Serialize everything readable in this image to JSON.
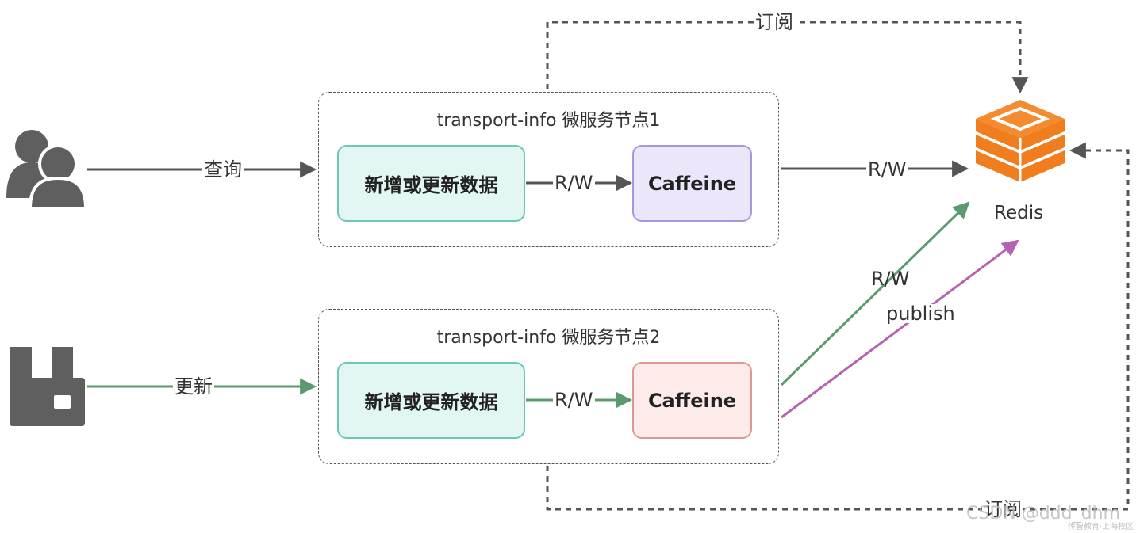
{
  "node1": {
    "title": "transport-info 微服务节点1",
    "data_box": "新增或更新数据",
    "cache_box": "Caffeine",
    "rw_label": "R/W"
  },
  "node2": {
    "title": "transport-info 微服务节点2",
    "data_box": "新增或更新数据",
    "cache_box": "Caffeine",
    "rw_label": "R/W"
  },
  "redis": {
    "label": "Redis",
    "icon": "redis-icon"
  },
  "actors": {
    "users_icon": "users-icon",
    "mq_icon": "rabbitmq-icon"
  },
  "edges": {
    "query": "查询",
    "update": "更新",
    "node1_redis_rw": "R/W",
    "node2_redis_rw": "R/W",
    "node2_publish": "publish",
    "subscribe_top": "订阅",
    "subscribe_bottom": "订阅"
  },
  "colors": {
    "gray_arrow": "#555555",
    "green_arrow": "#5a9a6e",
    "purple_arrow": "#b563b0",
    "redis_orange": "#f07d1e",
    "icon_gray": "#5f5f5f"
  },
  "watermark": {
    "text": "CSDN @ddd_dhm",
    "subtext": "传智教育·上海校区"
  }
}
